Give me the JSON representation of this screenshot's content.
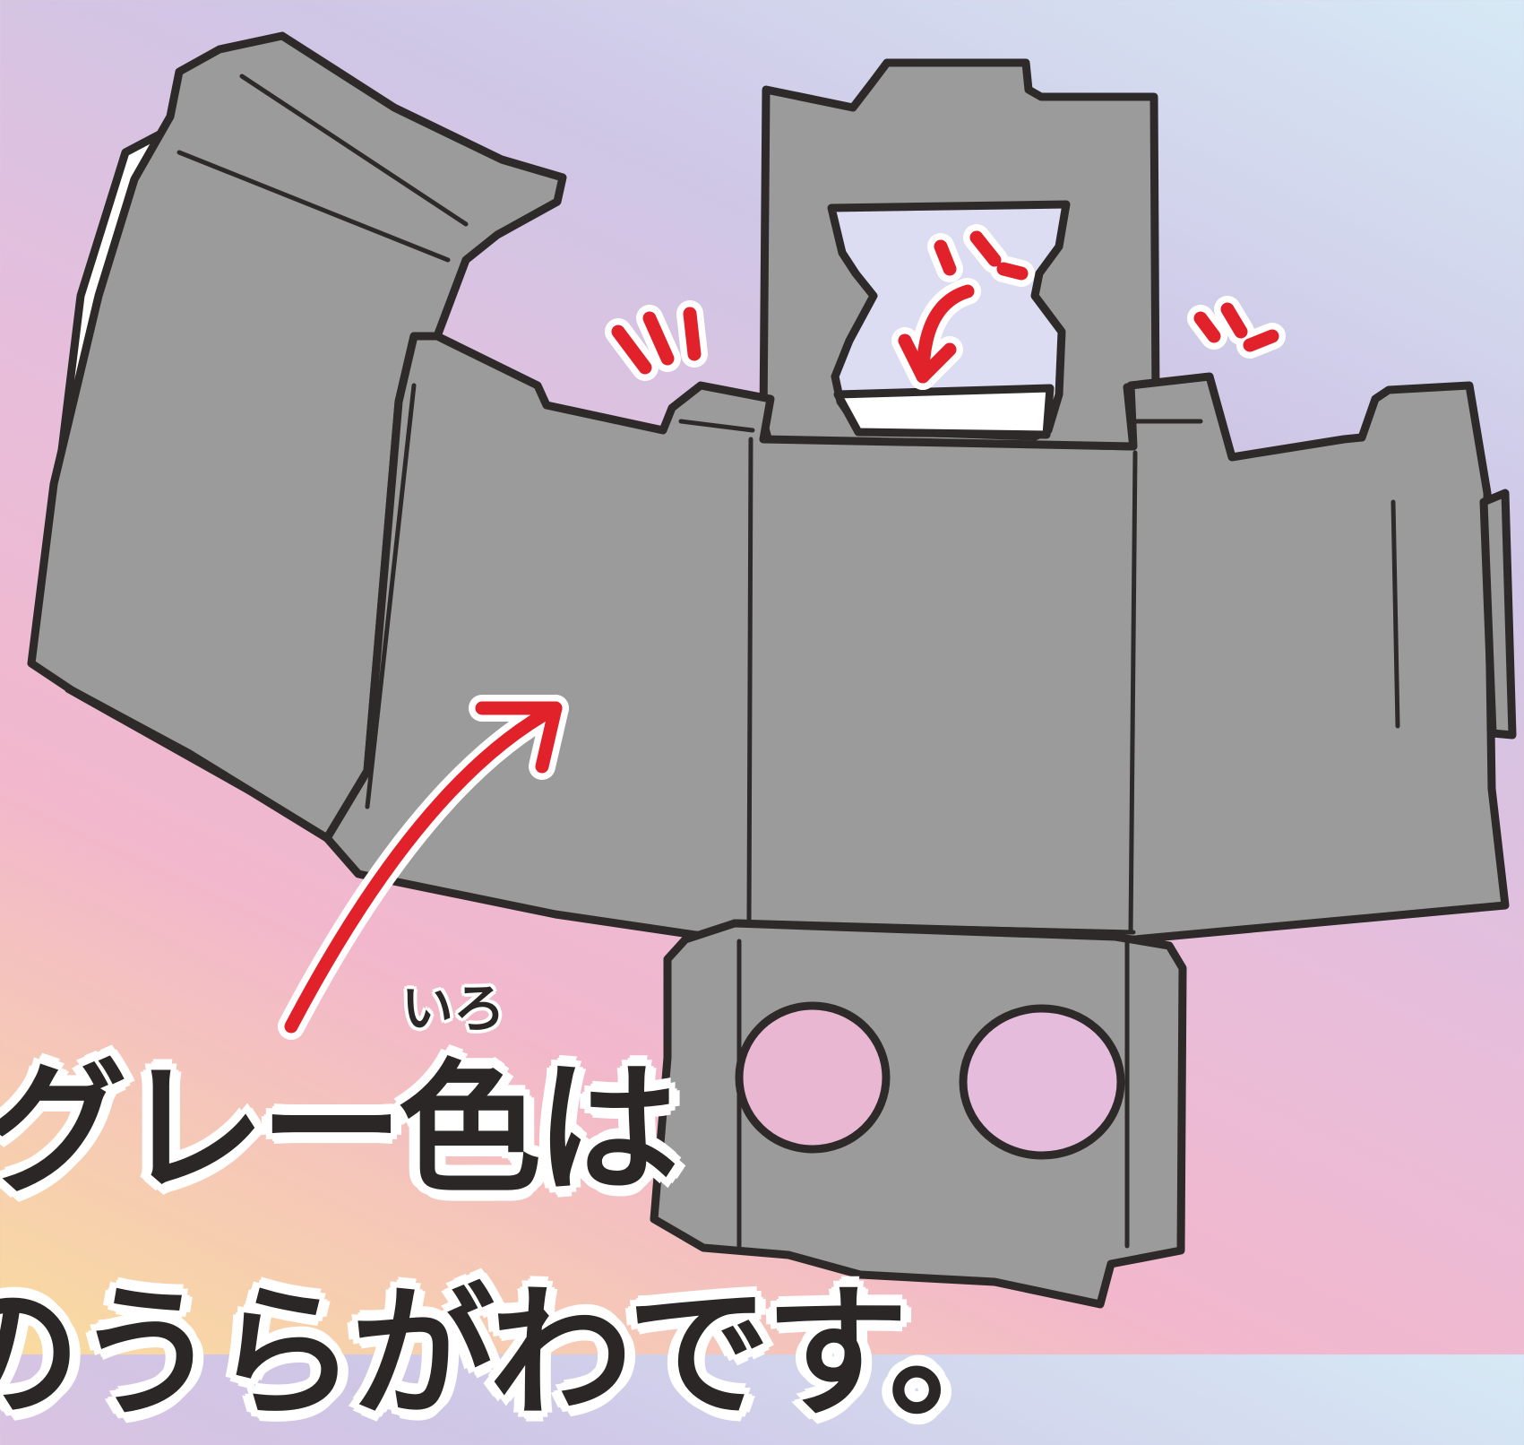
{
  "caption": {
    "furigana": "いろ",
    "line1": "グレー色は",
    "line2": "のうらがわです。"
  },
  "colors": {
    "panel_gray": "#9b9b9b",
    "outline": "#2e2a29",
    "accent_red": "#e2222b",
    "hole_pink": "#eab7d3"
  }
}
